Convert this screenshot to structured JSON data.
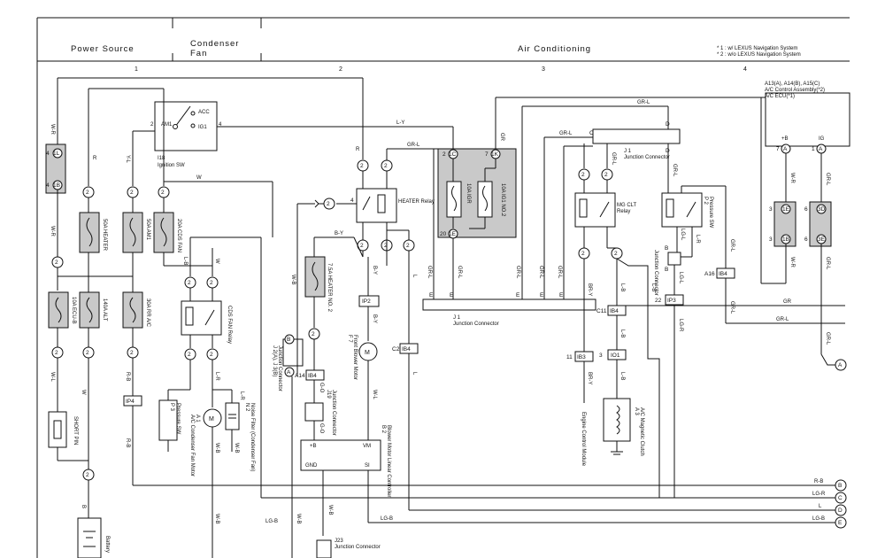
{
  "header": {
    "power_source": "Power Source",
    "condenser_fan_1": "Condenser",
    "condenser_fan_2": "Fan",
    "air_conditioning": "Air Conditioning",
    "note_1": "* 1 : w/ LEXUS Navigation System",
    "note_2": "* 2 : w/o LEXUS Navigation System",
    "col_1": "1",
    "col_2": "2",
    "col_3": "3",
    "col_4": "4"
  },
  "components": {
    "ignition_sw_id": "I18",
    "ignition_sw_name": "Ignition SW",
    "am1": "AM1",
    "acc": "ACC",
    "ig1": "IG1",
    "fuse_heater": "50A HEATER",
    "fuse_am1": "50A AM1",
    "fuse_cds_fan": "20A CDS FAN",
    "fuse_ecu_b": "10A ECU-B",
    "fuse_alt": "140A ALT",
    "fuse_rr_ac": "30A RR A/C",
    "fuse_tail": "7.5A HEATER NO. 2",
    "fuse_igr1": "10A IGR",
    "fuse_ig1_no2": "10A IG1 NO.2",
    "heater_relay": "HEATER Relay",
    "cds_fan_relay": "CDS FAN Relay",
    "mg_clt_relay_1": "MG CLT",
    "mg_clt_relay_2": "Relay",
    "short_pin": "SHORT PIN",
    "battery": "Battery",
    "pressure_sw_l": "Pressure SW",
    "pressure_sw_l_id": "P 3",
    "a1_motor": "A 1",
    "a1_motor_name": "A/C Condenser Fan Motor",
    "n2_filter": "N 2",
    "n2_filter_name": "Noise Filter (Condenser Fan)",
    "f7_blower": "F 7",
    "f7_blower_name": "Front Blower Motor",
    "j19": "J19",
    "j19_name": "Junction Connector",
    "j2_conn": "J 2(A), J 3(B)",
    "j2_conn_name": "Junction Connector",
    "b2": "B 2",
    "b2_name": "Blower Motor Linear Controller",
    "j1": "J 1",
    "j1_name": "Junction Connector",
    "j1_top": "J 1",
    "j1_top_name": "Junction Connector",
    "j23": "J23",
    "j23_name": "Junction Connector",
    "engine_ecm": "Engine Control Module",
    "a3": "A 3",
    "a3_name": "A/C Magnetic Clutch",
    "p2": "P 2",
    "p2_name": "Pressure SW",
    "p3_lock_conn": "Junction Connector",
    "ac_ecu_1": "A13(A), A14(B), A15(C)",
    "ac_ecu_2": "A/C Control Assembly(*2)",
    "ac_ecu_3": "A/C ECU(*1)",
    "ac_ecu_b": "+B",
    "ac_ecu_ig": "IG",
    "gnd": "GND",
    "vm": "VM",
    "si": "SI",
    "plusb": "+B"
  },
  "connectors": {
    "1L": "1L",
    "1B": "1B",
    "1C": "1C",
    "1K": "1K",
    "1E": "1E",
    "IP2": "IP2",
    "IP4": "IP4",
    "IB4": "IB4",
    "IB3": "IB3",
    "IO1": "IO1",
    "IP3": "IP3",
    "1E2": "1E",
    "1B2": "1B",
    "3D": "3D",
    "3E": "3E"
  },
  "wires": {
    "wr": "W-R",
    "r": "R",
    "ly": "L-Y",
    "grl": "GR-L",
    "gr": "GR",
    "yl": "Y-L",
    "w": "W",
    "lb": "L-B",
    "lr": "L-R",
    "wb": "W-B",
    "rb": "R-B",
    "by": "B-Y",
    "gc": "G-O",
    "wl": "W-L",
    "b": "B",
    "l": "L",
    "lgb": "LG-B",
    "lgr": "LG-R",
    "bry": "BR-Y",
    "grl2": "GR-L",
    "lgl": "LG-L"
  },
  "right_labels": [
    {
      "wire": "R-B",
      "letter": "B"
    },
    {
      "wire": "LG-R",
      "letter": "C"
    },
    {
      "wire": "L",
      "letter": "D"
    },
    {
      "wire": "LG-B",
      "letter": "E"
    }
  ],
  "right_top": {
    "wire": "GR-L",
    "letter": "A"
  }
}
